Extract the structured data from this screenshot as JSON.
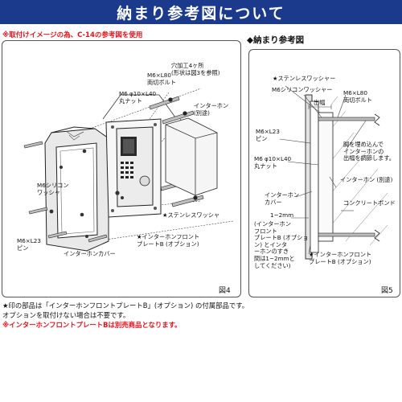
{
  "header": {
    "title": "納まり参考図について"
  },
  "notice": "※取付けイメージの為、C-14の参考図を使用",
  "right_heading": "◆納まり参考図",
  "figure_left": {
    "fig_no": "図4",
    "labels": {
      "hole": "穴加工4ヶ所\n(形状は図3を参照)",
      "bolt": "M6×L80\n両切ボルト",
      "nut": "M6 φ10×L40\n丸ナット",
      "intercom": "インターホン\n(別途)",
      "silicone": "M6シリコン\nワッシャ",
      "washer": "★ステンレスワッシャ",
      "pin": "M6×L23\nピン",
      "front_plate": "★インターホンフロント\nプレートB (オプション)",
      "cover": "インターホンカバー"
    }
  },
  "figure_right": {
    "fig_no": "図5",
    "labels": {
      "washer": "★ステンレスワッシャー",
      "silicone": "M6シリコンワッシャー",
      "bolt": "M6×L80\n両切ボルト",
      "protrusion": "出幅",
      "pin": "M6×L23\nピン",
      "nut": "M6 φ10×L40\n丸ナット",
      "embed_note": "脚を埋め込んで\nインターホンの\n出幅を調節します。",
      "intercom": "インターホン (別途)",
      "cover": "インターホン\nカバー",
      "concrete": "コンクリートボンド",
      "gap": "1~2mm",
      "gap_note": "(インターホン\nフロント\nプレートB (オプショ\nン) とインタ\nーホンのすき\n間は1~2mmと\nしてください)",
      "front_plate": "★インターホンフロント\nプレートB (オプション)"
    }
  },
  "footnotes": [
    "★印の部品は「インターホンフロントプレートB」(オプション) の付属部品です。",
    "オプションを取付けない場合は不要です。"
  ],
  "footnote_red": "※インターホンフロントプレートBは別売商品となります。",
  "colors": {
    "banner": "#1b3a8c",
    "accent_red": "#e0141e"
  }
}
